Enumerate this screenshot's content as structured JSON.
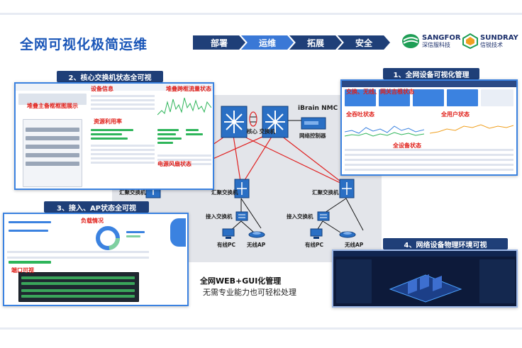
{
  "header": {
    "title": "全网可视化极简运维",
    "steps": [
      "部署",
      "运维",
      "拓展",
      "安全"
    ],
    "active_step": "运维"
  },
  "logos": {
    "sangfor": {
      "name": "SANGFOR",
      "sub": "深信服科技"
    },
    "sundray": {
      "name": "SUNDRAY",
      "sub": "信锐技术"
    }
  },
  "panels": {
    "p1": {
      "tag": "1、全网设备可视化管理",
      "labels": [
        "交换、无线、网关吉根状态",
        "全吞吐状态",
        "全用户状态",
        "全设备状态"
      ]
    },
    "p2": {
      "tag": "2、核心交换机状态全可视",
      "labels": [
        "设备信息",
        "堆叠跨框流量状态",
        "堆叠主备框框图展示",
        "资源利用率",
        "电源风扇状态"
      ]
    },
    "p3": {
      "tag": "3、接入、AP状态全可视",
      "labels": [
        "负载情况",
        "端口可视"
      ]
    },
    "p4": {
      "tag": "4、网络设备物理环境可视"
    }
  },
  "topology": {
    "core_label": "核心\n交换机",
    "nmc_label": "iBrain NMC",
    "nmc_sub": "网络控制器",
    "agg_labels": [
      "汇聚交换机",
      "汇聚交换机",
      "汇聚交换机"
    ],
    "access_labels": [
      "接入交换机",
      "接入交换机"
    ],
    "pc_labels": [
      "有线PC",
      "有线PC"
    ],
    "ap_labels": [
      "无线AP",
      "无线AP"
    ]
  },
  "footer": {
    "line1": "全网WEB+GUI化管理",
    "line2": "无需专业能力也可轻松处理"
  },
  "colors": {
    "brand_blue": "#1a56b8",
    "nav_dark": "#1f3f78",
    "nav_active": "#3a78d6",
    "alert_red": "#e0201a",
    "link_red": "#e02020"
  }
}
